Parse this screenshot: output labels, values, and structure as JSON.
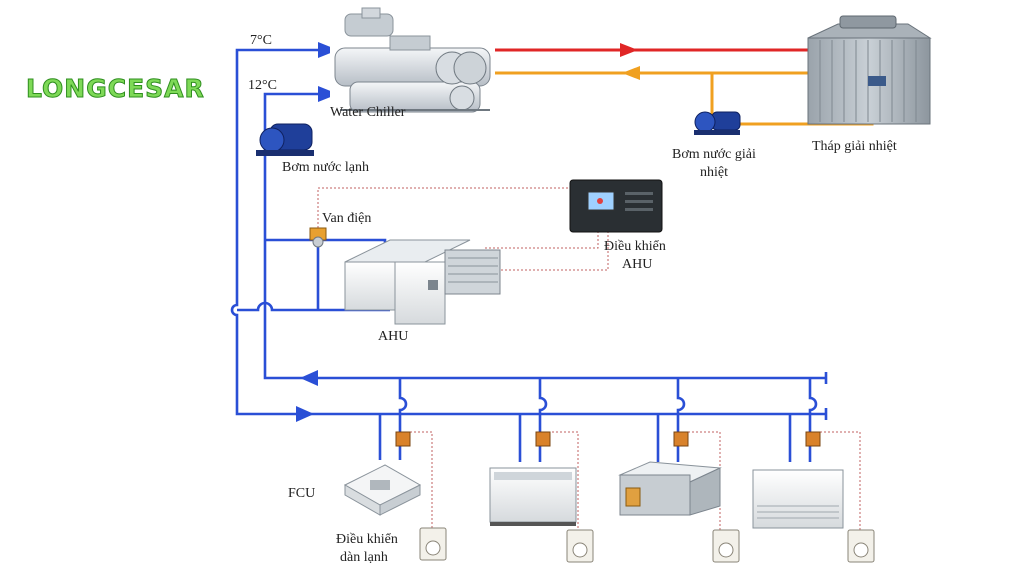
{
  "brand": {
    "logo_text": "LONGCESAR"
  },
  "temperatures": {
    "supply": "7°C",
    "return": "12°C"
  },
  "labels": {
    "water_chiller": "Water Chiller",
    "cooling_tower": "Tháp giải nhiệt",
    "condenser_pump_line1": "Bơm nước giải",
    "condenser_pump_line2": "nhiệt",
    "chilled_pump": "Bơm nước lạnh",
    "electric_valve": "Van điện",
    "ahu_controller_line1": "Điều khiển",
    "ahu_controller_line2": "AHU",
    "ahu": "AHU",
    "fcu": "FCU",
    "fcu_controller_line1": "Điều khiển",
    "fcu_controller_line2": "dàn lạnh"
  },
  "colors": {
    "chilled_water": "#2a4fd6",
    "hot_line": "#e02626",
    "warm_line": "#f0a020",
    "control_wire": "#c06060",
    "logo": "#7ed957"
  }
}
